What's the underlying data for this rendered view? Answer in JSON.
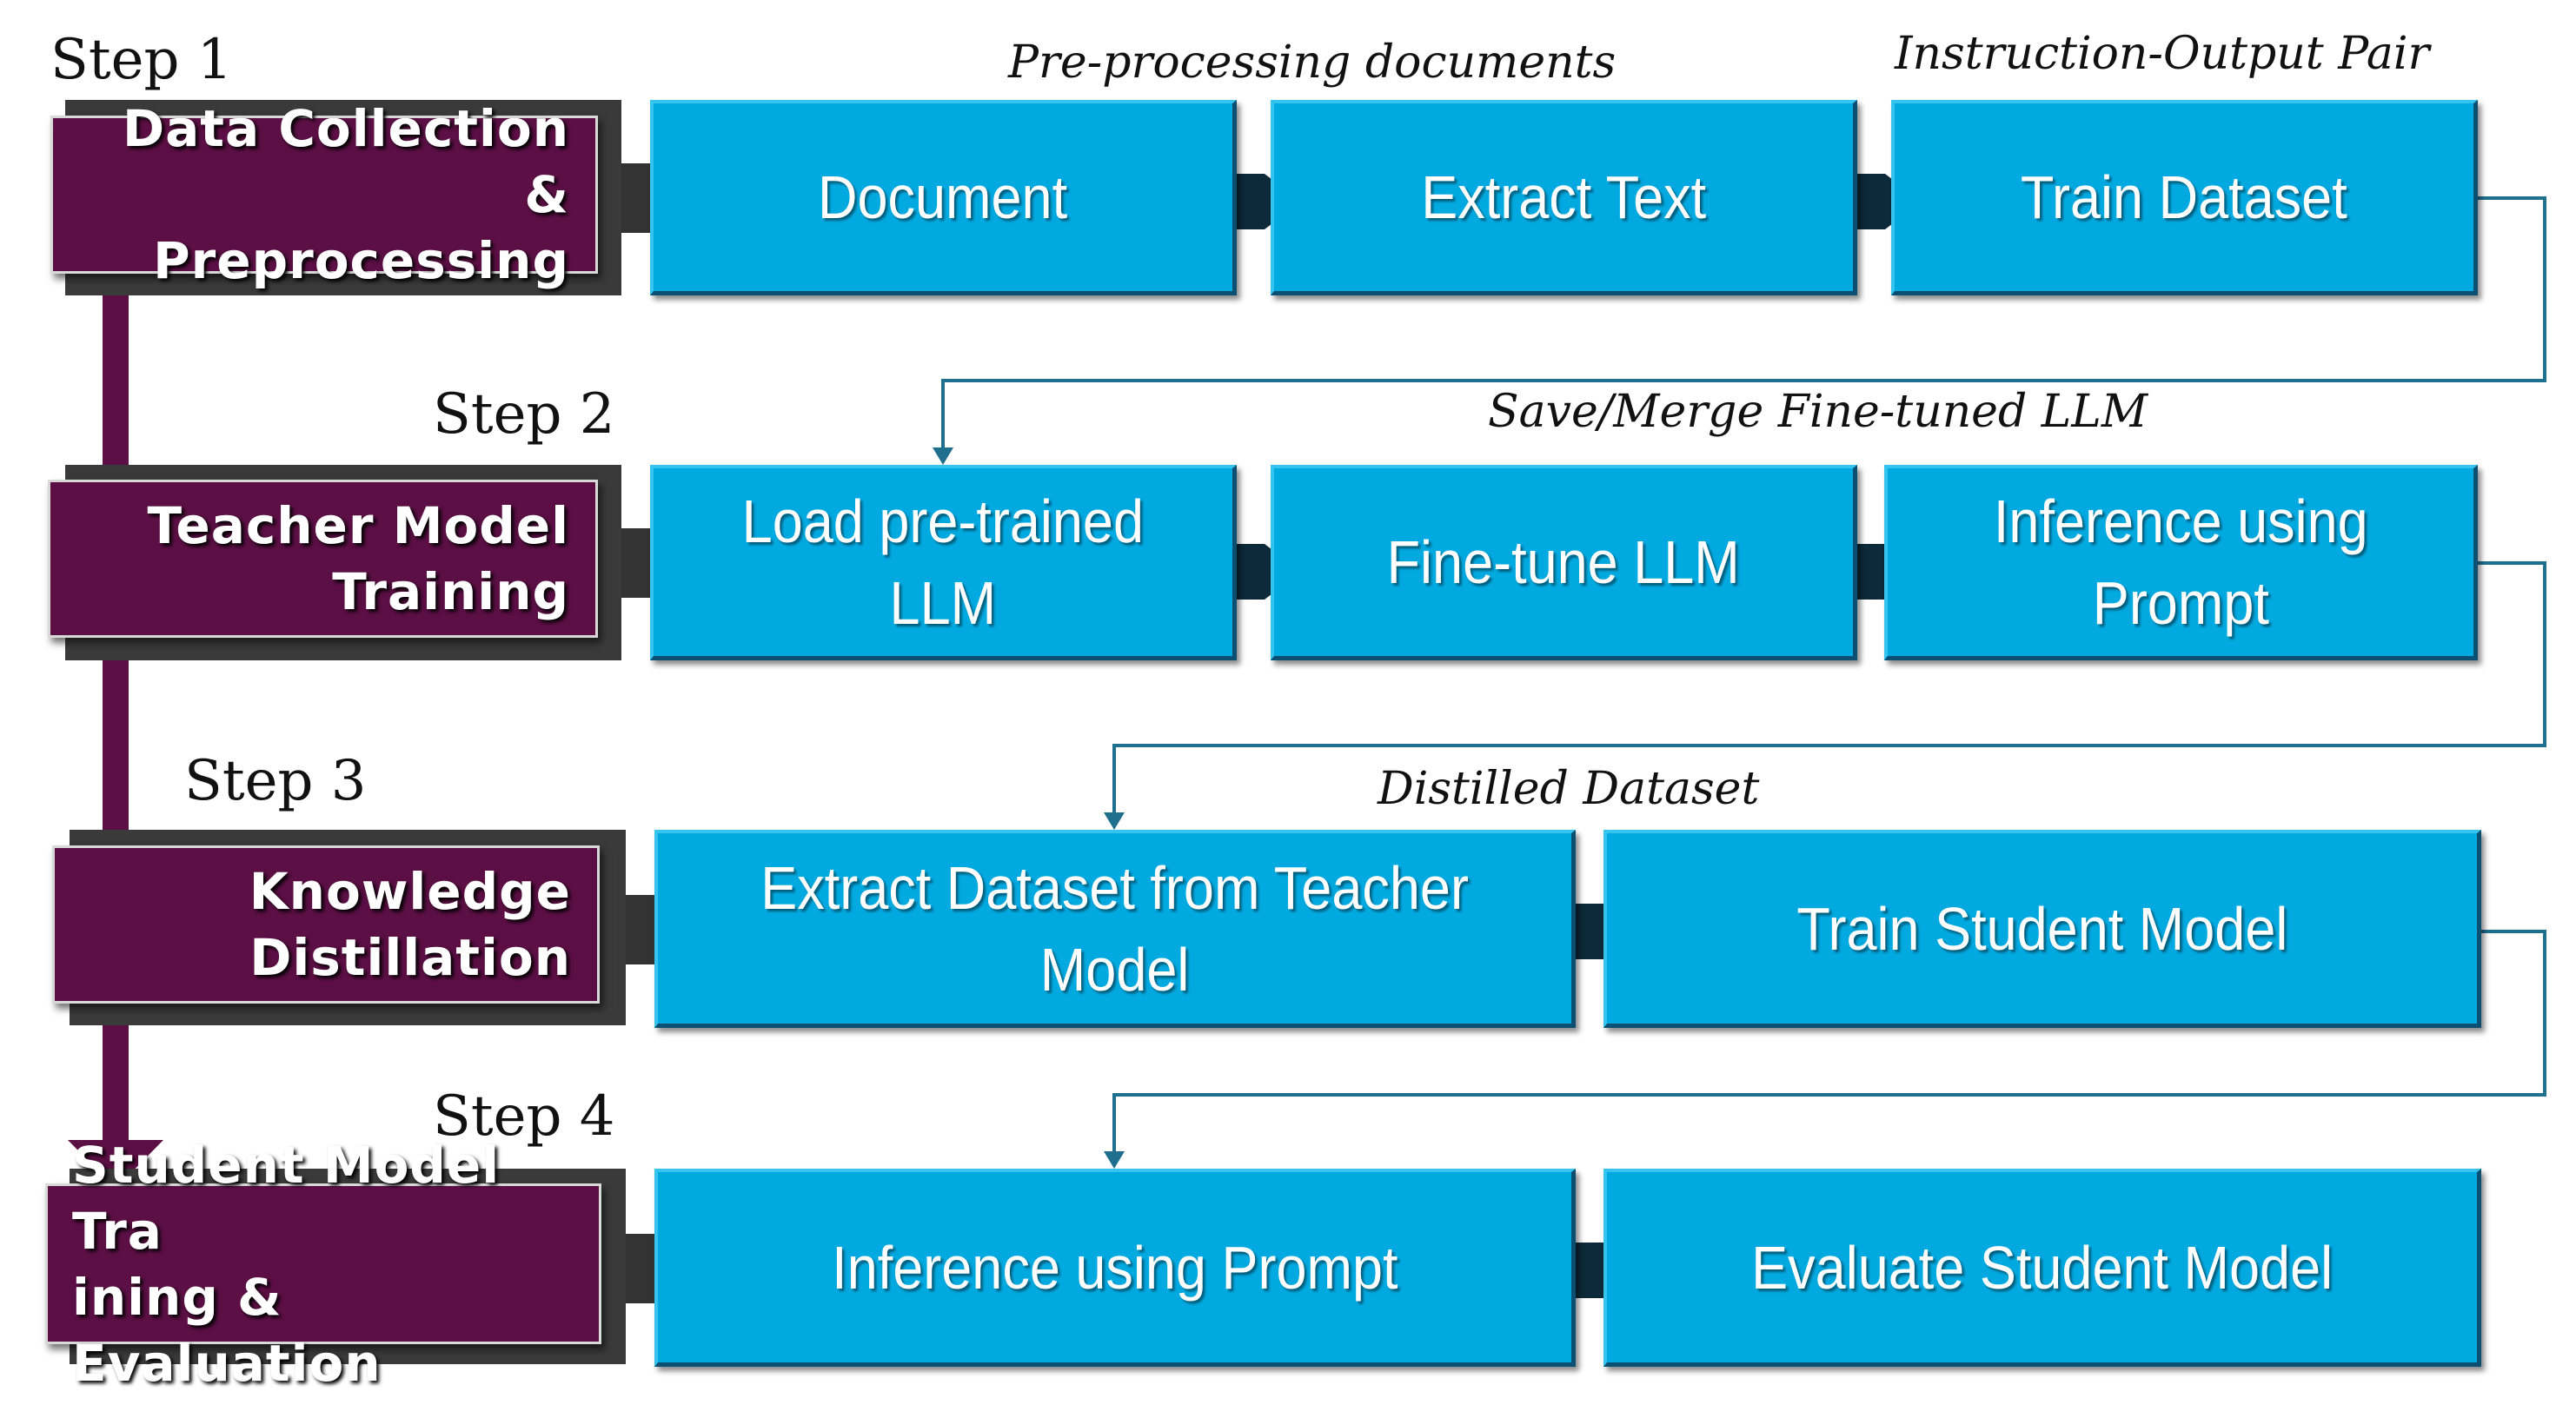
{
  "steps": [
    {
      "label": "Step 1",
      "stage": "Data Collection &\nPreprocessing",
      "boxes": [
        "Document",
        "Extract Text",
        "Train Dataset"
      ]
    },
    {
      "label": "Step 2",
      "stage": "Teacher Model\nTraining",
      "boxes": [
        "Load pre-trained\nLLM",
        "Fine-tune LLM",
        "Inference using\nPrompt"
      ]
    },
    {
      "label": "Step 3",
      "stage": "Knowledge\nDistillation",
      "boxes": [
        "Extract Dataset from Teacher\nModel",
        "Train Student Model"
      ]
    },
    {
      "label": "Step 4",
      "stage": "Student Model Tra\nining & Evaluation",
      "boxes": [
        "Inference using Prompt",
        "Evaluate Student Model"
      ]
    }
  ],
  "notes": {
    "preprocessing": "Pre-processing documents",
    "instruction_pair": "Instruction-Output Pair",
    "save_merge": "Save/Merge Fine-tuned LLM",
    "distilled": "Distilled Dataset"
  },
  "colors": {
    "stage_fill": "#5c0f45",
    "process_fill": "#00a9e0",
    "connector": "#1f6f8f",
    "arrow": "#333333"
  }
}
